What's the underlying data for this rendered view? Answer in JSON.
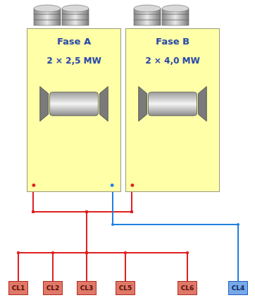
{
  "diagram": {
    "nodes": [
      {
        "text": [
          "Fase A",
          "2 × 2,5 MW"
        ]
      },
      {
        "text": [
          "Fase B",
          "2 × 4,0 MW"
        ]
      },
      {
        "text": [
          "CL1"
        ]
      },
      {
        "text": [
          "CL2"
        ]
      },
      {
        "text": [
          "CL3"
        ]
      },
      {
        "text": [
          "CL5"
        ]
      },
      {
        "text": [
          "CL6"
        ]
      },
      {
        "text": [
          "CL4"
        ]
      }
    ],
    "edges": [
      {
        "from": 0,
        "to": 2,
        "arrow": "none"
      },
      {
        "from": 0,
        "to": 3,
        "arrow": "none"
      },
      {
        "from": 0,
        "to": 4,
        "arrow": "none"
      },
      {
        "from": 0,
        "to": 5,
        "arrow": "none"
      },
      {
        "from": 0,
        "to": 6,
        "arrow": "none"
      },
      {
        "from": 1,
        "to": 2,
        "arrow": "none"
      },
      {
        "from": 1,
        "to": 3,
        "arrow": "none"
      },
      {
        "from": 1,
        "to": 4,
        "arrow": "none"
      },
      {
        "from": 1,
        "to": 5,
        "arrow": "none"
      },
      {
        "from": 1,
        "to": 6,
        "arrow": "none"
      },
      {
        "from": 0,
        "to": 7,
        "arrow": "none"
      }
    ]
  }
}
